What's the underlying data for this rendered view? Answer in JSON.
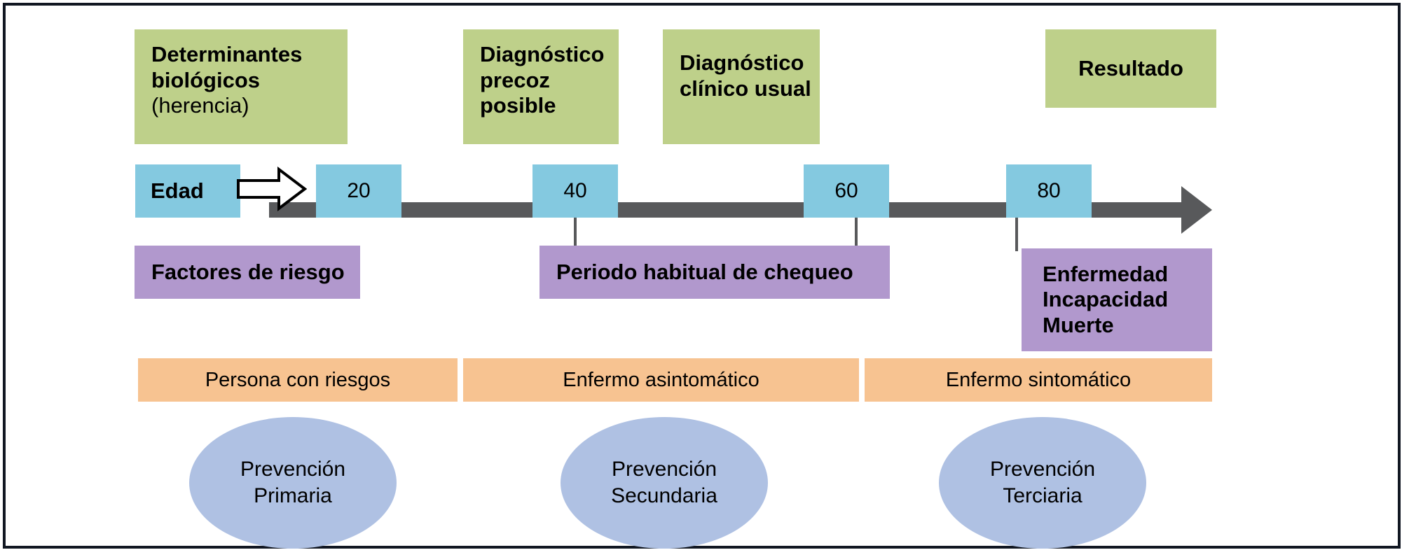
{
  "diagram": {
    "colors": {
      "frame_border": "#111722",
      "phase_green": "#bed08a",
      "age_blue": "#84c9e0",
      "timeline_gray": "#58595b",
      "state_purple": "#b198cd",
      "band_orange": "#f7c391",
      "ellipse_blue": "#afc1e3",
      "background": "#ffffff"
    },
    "phases": [
      {
        "title_line1": "Determinantes",
        "title_line2": "biológicos",
        "subtitle": "(herencia)"
      },
      {
        "title_line1": "Diagnóstico",
        "title_line2": "precoz",
        "title_line3": "posible"
      },
      {
        "title_line1": "Diagnóstico",
        "title_line2": "clínico usual"
      },
      {
        "title_line1": "Resultado"
      }
    ],
    "timeline": {
      "axis_label": "Edad",
      "ticks": [
        "20",
        "40",
        "60",
        "80"
      ],
      "arrow_direction": "right"
    },
    "states": [
      {
        "line1": "Factores de riesgo"
      },
      {
        "line1": "Periodo habitual de chequeo"
      },
      {
        "line1": "Enfermedad",
        "line2": "Incapacidad",
        "line3": "Muerte"
      }
    ],
    "patient_bands": [
      "Persona con riesgos",
      "Enfermo asintomático",
      "Enfermo sintomático"
    ],
    "prevention_levels": [
      {
        "line1": "Prevención",
        "line2": "Primaria"
      },
      {
        "line1": "Prevención",
        "line2": "Secundaria"
      },
      {
        "line1": "Prevención",
        "line2": "Terciaria"
      }
    ]
  }
}
